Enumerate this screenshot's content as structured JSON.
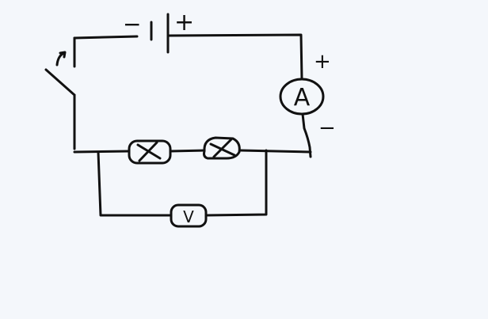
{
  "diagram": {
    "type": "circuit",
    "background": "#f4f7fb",
    "stroke_color": "#111111",
    "battery": {
      "negative_label": "−",
      "positive_label": "+"
    },
    "ammeter": {
      "symbol": "A",
      "positive_label": "+",
      "negative_label": "−"
    },
    "voltmeter": {
      "symbol": "V"
    },
    "lamps": [
      "lamp-1",
      "lamp-2"
    ],
    "switch": {
      "state": "open"
    }
  }
}
